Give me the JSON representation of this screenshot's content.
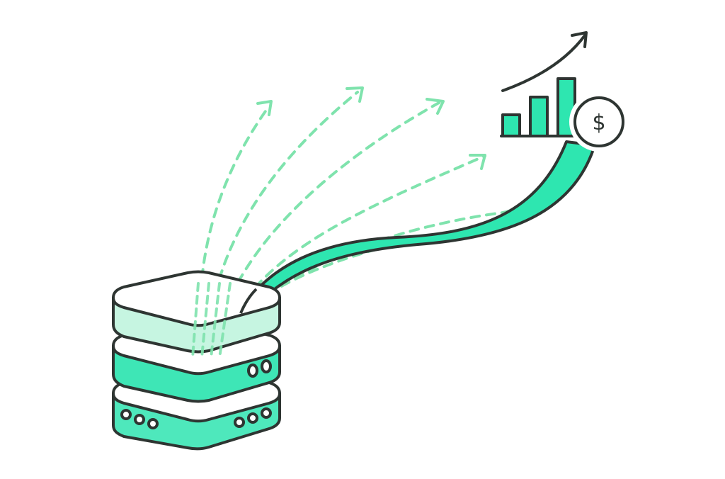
{
  "illustration": {
    "subject": "server stack sending data streams to revenue growth chart",
    "colors": {
      "outline": "#2e3532",
      "accent": "#2ee6b0",
      "accent_light": "#b8f3da",
      "dashed_stream": "#7fe3ad",
      "background": "#ffffff"
    },
    "server": {
      "layers": 3,
      "top_layer_indicator_dots": 0,
      "middle_layer_indicator_dots": 2,
      "bottom_layer_left_dots": 3,
      "bottom_layer_right_dots": 3
    },
    "dashed_arrows": 5,
    "growth_chart": {
      "bars": 3,
      "trend_arrow": "up"
    },
    "coin": {
      "symbol": "$"
    }
  }
}
